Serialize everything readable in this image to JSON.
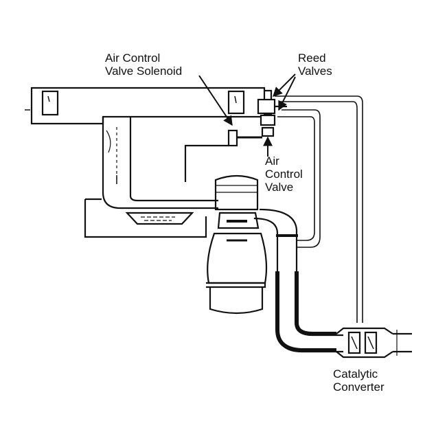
{
  "labels": {
    "solenoid": {
      "line1": "Air Control",
      "line2": "Valve Solenoid"
    },
    "reed": {
      "line1": "Reed",
      "line2": "Valves"
    },
    "air_control_valve": {
      "line1": "Air",
      "line2": "Control",
      "line3": "Valve"
    },
    "catalytic_converter": {
      "line1": "Catalytic",
      "line2": "Converter"
    }
  },
  "colors": {
    "ink": "#111111",
    "background": "#ffffff"
  }
}
